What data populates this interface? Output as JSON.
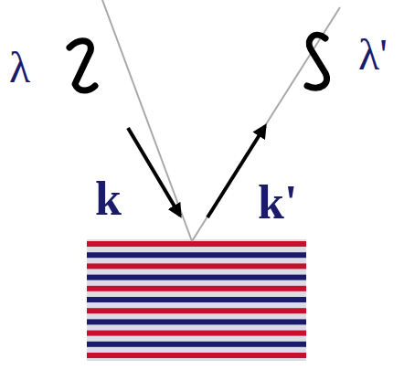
{
  "diagram": {
    "labels": [
      "λ",
      "k",
      "k'",
      "λ'"
    ]
  }
}
